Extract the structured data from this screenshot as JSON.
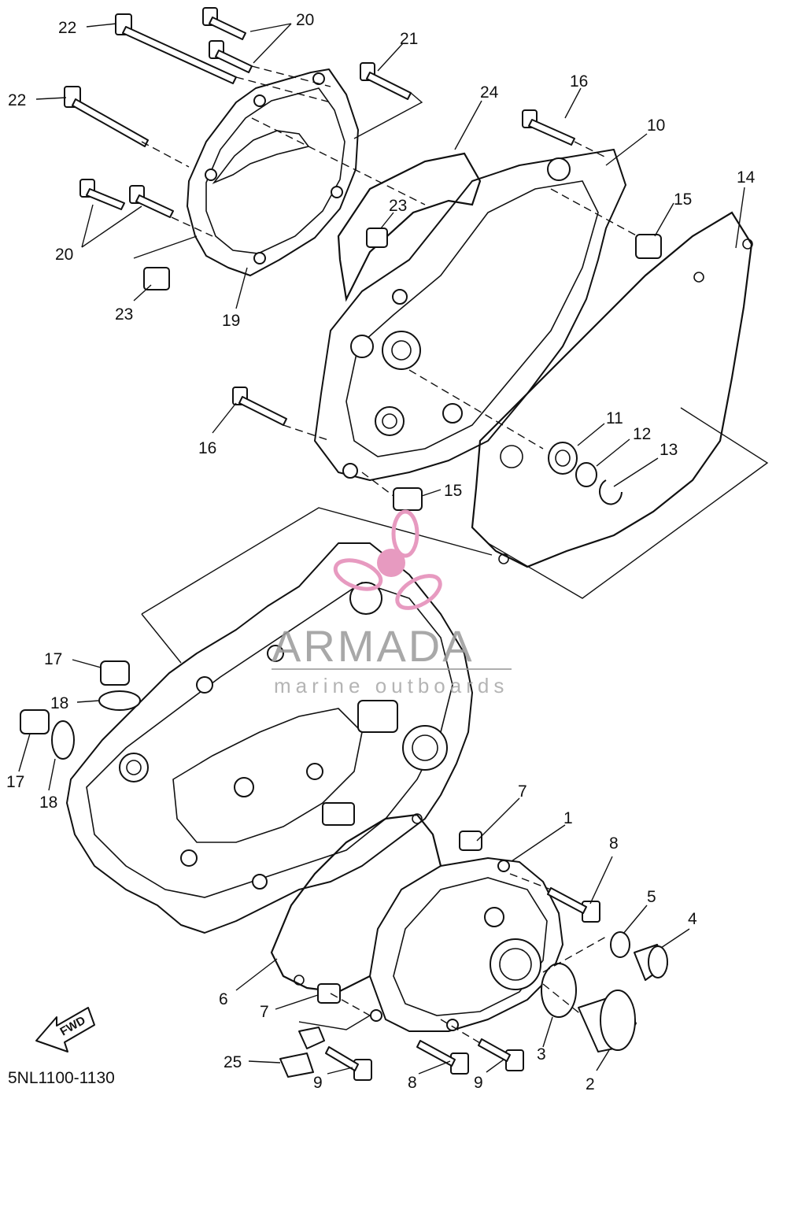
{
  "diagram": {
    "code": "5NL1100-1130",
    "fwd_label": "FWD",
    "watermark": {
      "brand": "ARMADA",
      "tagline": "marine outboards",
      "color": "#e79ac0"
    },
    "callouts": [
      {
        "id": "c22a",
        "text": "22"
      },
      {
        "id": "c20a",
        "text": "20"
      },
      {
        "id": "c21",
        "text": "21"
      },
      {
        "id": "c22b",
        "text": "22"
      },
      {
        "id": "c24",
        "text": "24"
      },
      {
        "id": "c16a",
        "text": "16"
      },
      {
        "id": "c10",
        "text": "10"
      },
      {
        "id": "c14",
        "text": "14"
      },
      {
        "id": "c15a",
        "text": "15"
      },
      {
        "id": "c23a",
        "text": "23"
      },
      {
        "id": "c20b",
        "text": "20"
      },
      {
        "id": "c23b",
        "text": "23"
      },
      {
        "id": "c19",
        "text": "19"
      },
      {
        "id": "c16b",
        "text": "16"
      },
      {
        "id": "c11",
        "text": "11"
      },
      {
        "id": "c12",
        "text": "12"
      },
      {
        "id": "c13",
        "text": "13"
      },
      {
        "id": "c15b",
        "text": "15"
      },
      {
        "id": "c17a",
        "text": "17"
      },
      {
        "id": "c18a",
        "text": "18"
      },
      {
        "id": "c17b",
        "text": "17"
      },
      {
        "id": "c18b",
        "text": "18"
      },
      {
        "id": "c7a",
        "text": "7"
      },
      {
        "id": "c1",
        "text": "1"
      },
      {
        "id": "c8a",
        "text": "8"
      },
      {
        "id": "c5",
        "text": "5"
      },
      {
        "id": "c4",
        "text": "4"
      },
      {
        "id": "c6",
        "text": "6"
      },
      {
        "id": "c7b",
        "text": "7"
      },
      {
        "id": "c25",
        "text": "25"
      },
      {
        "id": "c9a",
        "text": "9"
      },
      {
        "id": "c8b",
        "text": "8"
      },
      {
        "id": "c9b",
        "text": "9"
      },
      {
        "id": "c3",
        "text": "3"
      },
      {
        "id": "c2",
        "text": "2"
      }
    ]
  }
}
